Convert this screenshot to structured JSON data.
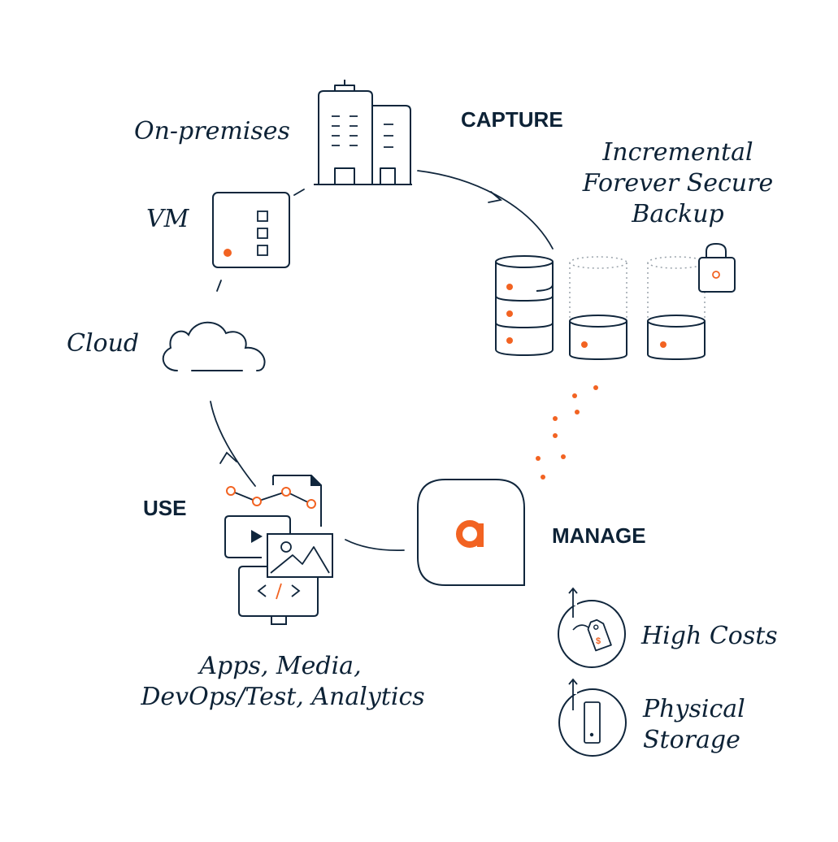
{
  "colors": {
    "navy": "#10263c",
    "accent": "#f26322",
    "dotted": "#9aa3ab",
    "background": "#ffffff"
  },
  "labels": {
    "on_premises": "On-premises",
    "vm": "VM",
    "cloud": "Cloud",
    "capture": "CAPTURE",
    "backup_line1": "Incremental",
    "backup_line2": "Forever Secure",
    "backup_line3": "Backup",
    "manage": "MANAGE",
    "use": "USE",
    "apps_line1": "Apps, Media,",
    "apps_line2": "DevOps/Test, Analytics",
    "high_costs": "High Costs",
    "physical_line1": "Physical",
    "physical_line2": "Storage"
  },
  "icons": {
    "building": "building-icon",
    "vm": "vm-window-icon",
    "cloud": "cloud-icon",
    "database_full": "database-stack-icon",
    "database_incremental": "database-incremental-icon",
    "database_secure": "database-secure-icon",
    "lock": "lock-icon",
    "brand_logo": "app-logo-icon",
    "media_stack": "apps-media-stack-icon",
    "price_tag": "price-tag-icon",
    "storage_device": "physical-storage-icon",
    "cost_symbol": "$"
  }
}
